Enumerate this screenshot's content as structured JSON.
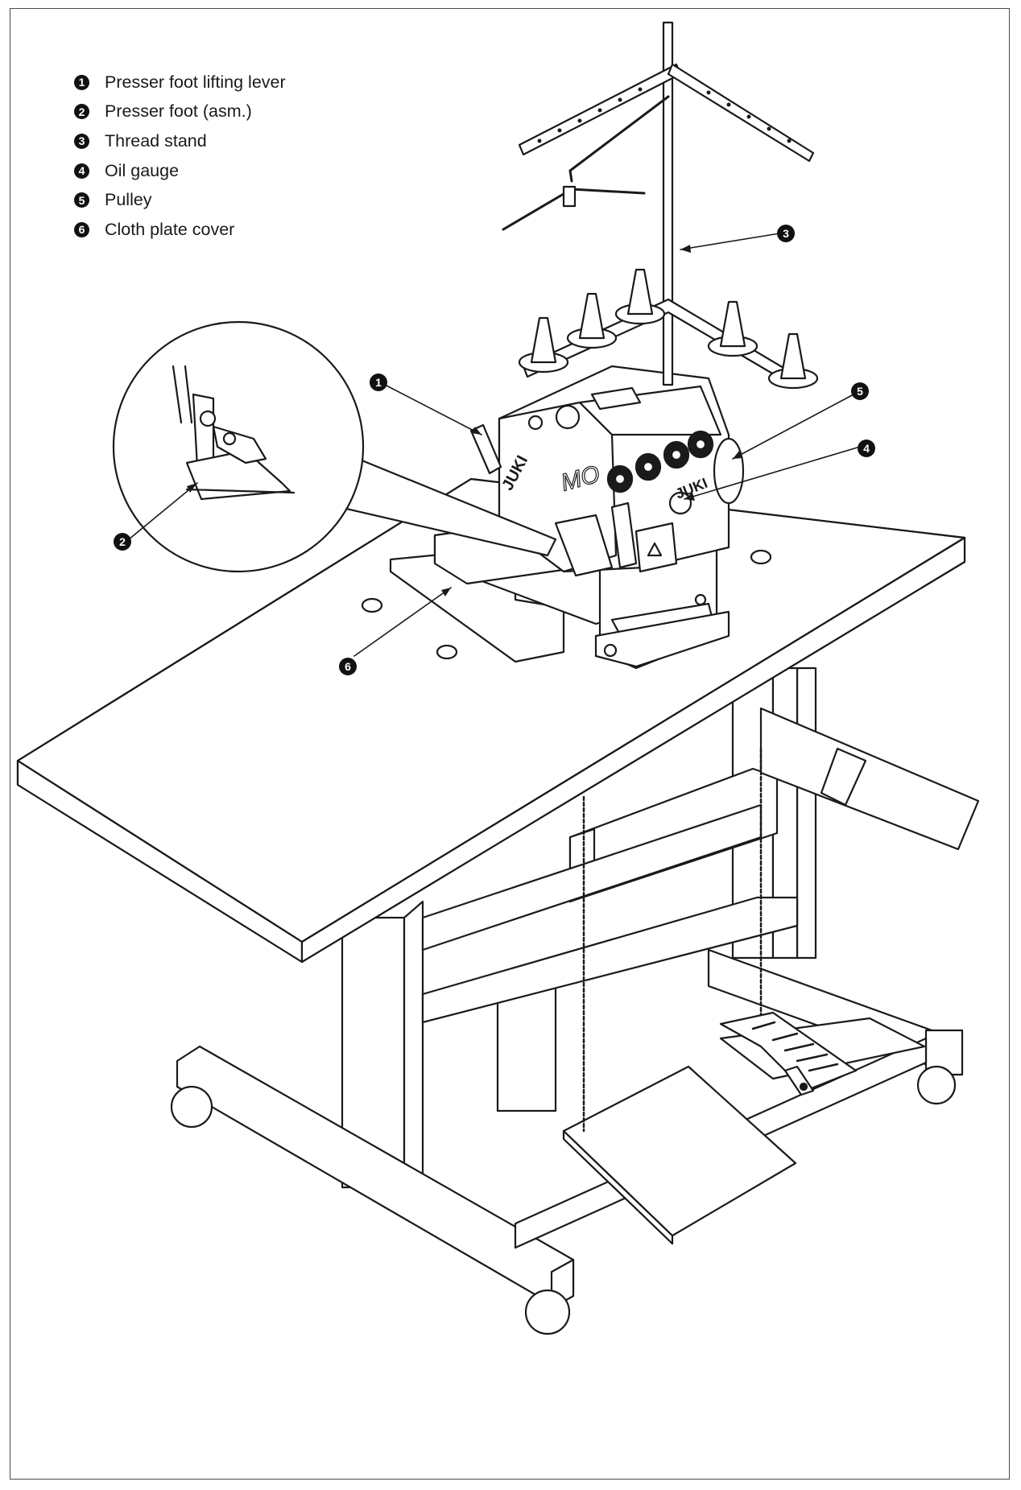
{
  "legend": {
    "items": [
      {
        "num": "1",
        "label": "Presser foot lifting lever"
      },
      {
        "num": "2",
        "label": "Presser foot (asm.)"
      },
      {
        "num": "3",
        "label": "Thread stand"
      },
      {
        "num": "4",
        "label": "Oil gauge"
      },
      {
        "num": "5",
        "label": "Pulley"
      },
      {
        "num": "6",
        "label": "Cloth plate cover"
      }
    ]
  },
  "callouts": {
    "c1": "1",
    "c2": "2",
    "c3": "3",
    "c4": "4",
    "c5": "5",
    "c6": "6"
  },
  "machine": {
    "brand": "JUKI",
    "model_mark": "MO"
  },
  "colors": {
    "line": "#1a1a1a",
    "badge": "#111111",
    "background": "#ffffff"
  }
}
